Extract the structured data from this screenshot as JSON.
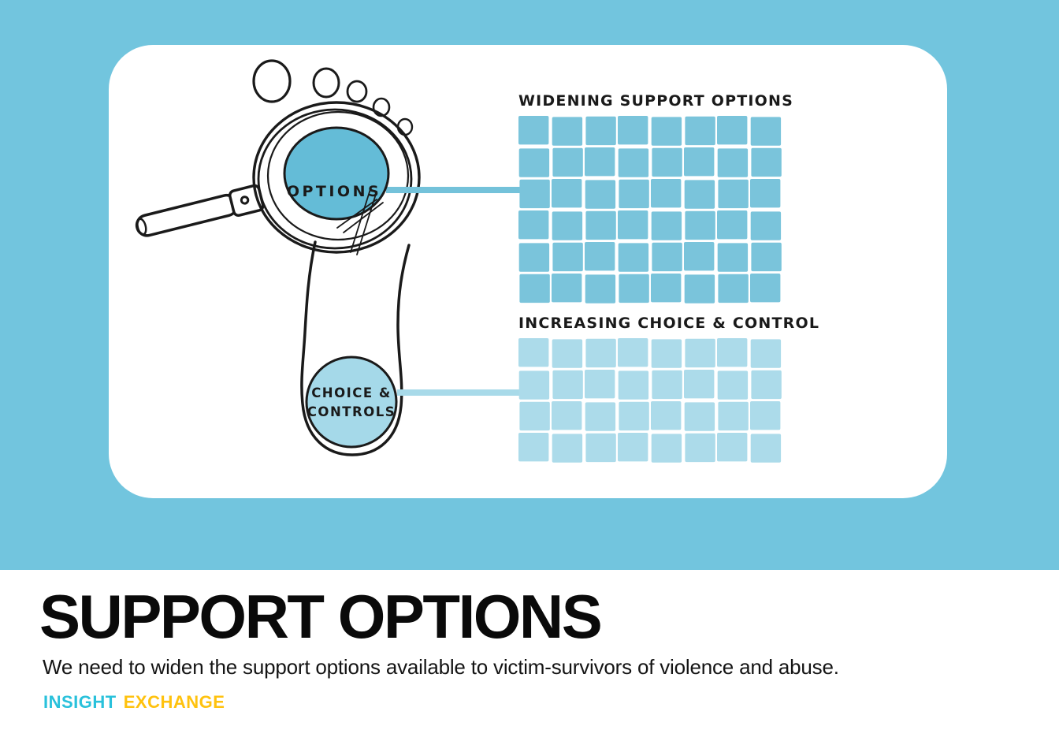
{
  "colors": {
    "background": "#72C5DE",
    "card": "#FFFFFF",
    "ink": "#1a1a1a",
    "options_circle_fill": "#64BCD7",
    "choice_circle_fill": "#A5D9E9",
    "connector_top": "#74C2DA",
    "connector_bottom": "#A8DAE9",
    "brand_insight": "#29C1DB",
    "brand_exchange": "#FFC20E"
  },
  "illustration": {
    "magnifier_label": "OPTIONS",
    "heel_label_line1": "CHOICE &",
    "heel_label_line2": "CONTROLS",
    "grids": [
      {
        "title": "WIDENING SUPPORT OPTIONS",
        "cols": 8,
        "rows": 6,
        "color": "#7AC4DB"
      },
      {
        "title": "INCREASING CHOICE & CONTROL",
        "cols": 8,
        "rows": 4,
        "color": "#ACDBEA"
      }
    ]
  },
  "footer": {
    "title": "SUPPORT OPTIONS",
    "subtitle": "We need to widen the support options available to victim-survivors of violence and abuse.",
    "brand_part1": "INSIGHT",
    "brand_part2": "EXCHANGE"
  }
}
